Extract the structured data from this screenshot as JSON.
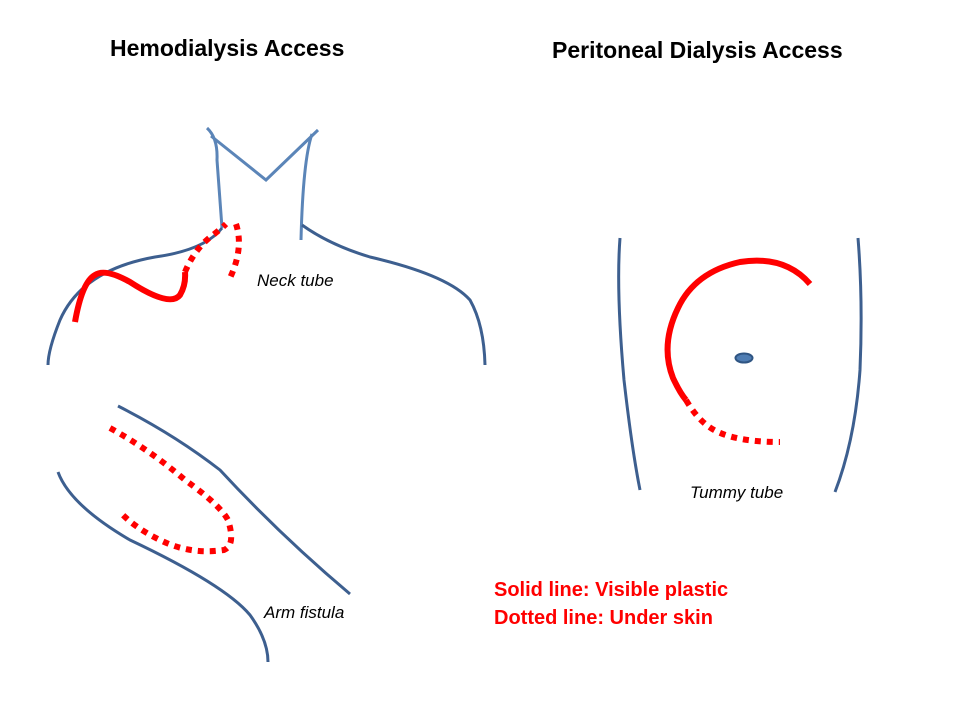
{
  "titles": {
    "hemodialysis": "Hemodialysis Access",
    "peritoneal": "Peritoneal Dialysis Access"
  },
  "labels": {
    "neck_tube": "Neck tube",
    "arm_fistula": "Arm fistula",
    "tummy_tube": "Tummy tube"
  },
  "legend": {
    "solid": "Solid line: Visible plastic",
    "dotted": "Dotted line: Under skin"
  },
  "colors": {
    "body_outline": "#3d5f8f",
    "neck_outline": "#5b85b8",
    "tube": "#ff0000",
    "legend_text": "#ff0000",
    "navel_fill": "#4f7db3",
    "navel_stroke": "#2f5583"
  }
}
